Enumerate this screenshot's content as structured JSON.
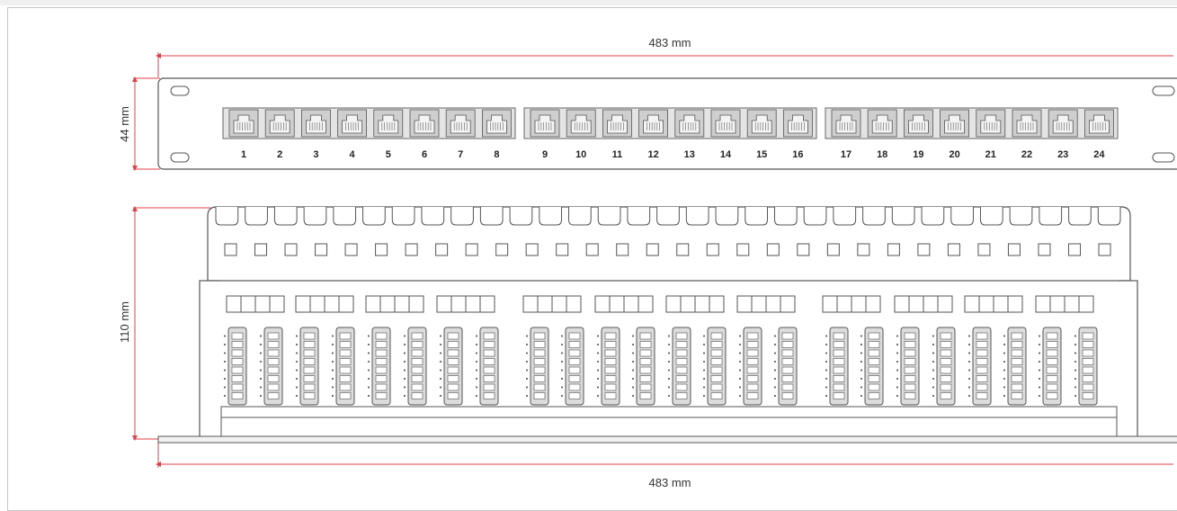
{
  "dimensions": {
    "top_width": "483 mm",
    "bottom_width": "483 mm",
    "front_height": "44 mm",
    "depth": "110 mm"
  },
  "ports": [
    "1",
    "2",
    "3",
    "4",
    "5",
    "6",
    "7",
    "8",
    "9",
    "10",
    "11",
    "12",
    "13",
    "14",
    "15",
    "16",
    "17",
    "18",
    "19",
    "20",
    "21",
    "22",
    "23",
    "24"
  ],
  "colors": {
    "dimension_line": "#e0404a",
    "outline": "#555555",
    "fill": "#d9d9d9",
    "frame": "#c6c6c6"
  }
}
